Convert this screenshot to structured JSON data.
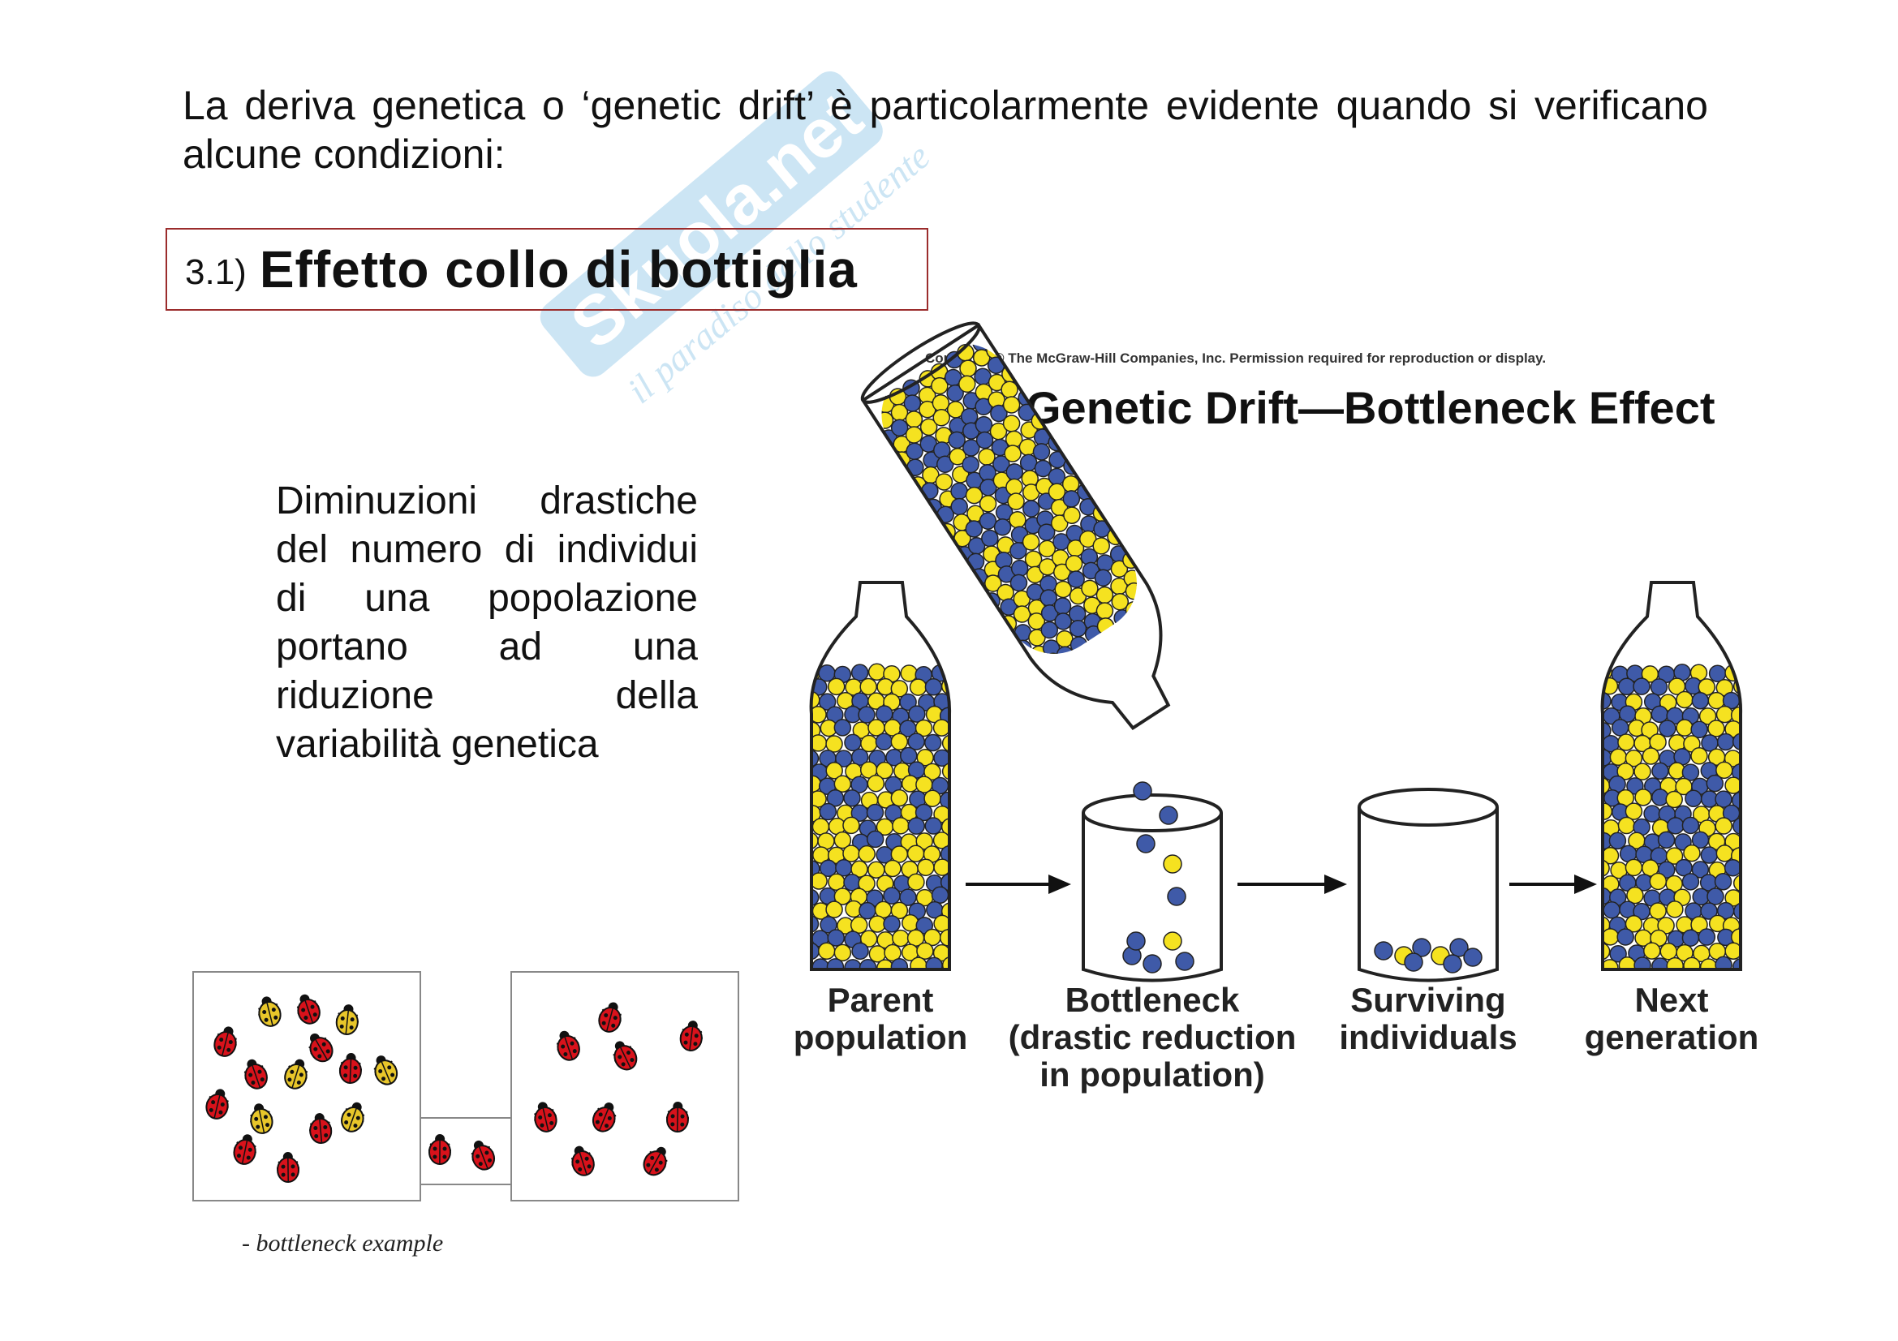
{
  "intro": {
    "text": "La deriva genetica o ‘genetic drift’ è particolarmente evidente quando si verificano alcune condizioni:"
  },
  "heading": {
    "number": "3.1)",
    "title": "Effetto collo di bottiglia"
  },
  "side_text": {
    "text": "Diminuzioni drastiche del numero di individui di una popolazione portano ad una riduzione della variabilità genetica"
  },
  "watermark": {
    "brand": "Skuola.net",
    "tagline": "il paradiso dello studente"
  },
  "diagram": {
    "copyright": "Copyright © The McGraw-Hill Companies, Inc. Permission required for reproduction or display.",
    "title": "Genetic Drift—Bottleneck Effect",
    "stages": [
      {
        "label": "Parent\npopulation"
      },
      {
        "label": "Bottleneck\n(drastic reduction\nin population)"
      },
      {
        "label": "Surviving\nindividuals"
      },
      {
        "label": "Next\ngeneration"
      }
    ],
    "colors": {
      "yellow": "#f5e220",
      "blue": "#3f5aa8",
      "arrow": "#111111"
    }
  },
  "ladybug_example": {
    "caption": "- bottleneck example",
    "colors": {
      "red": "#d8121b",
      "yellow": "#e8c62a"
    }
  }
}
